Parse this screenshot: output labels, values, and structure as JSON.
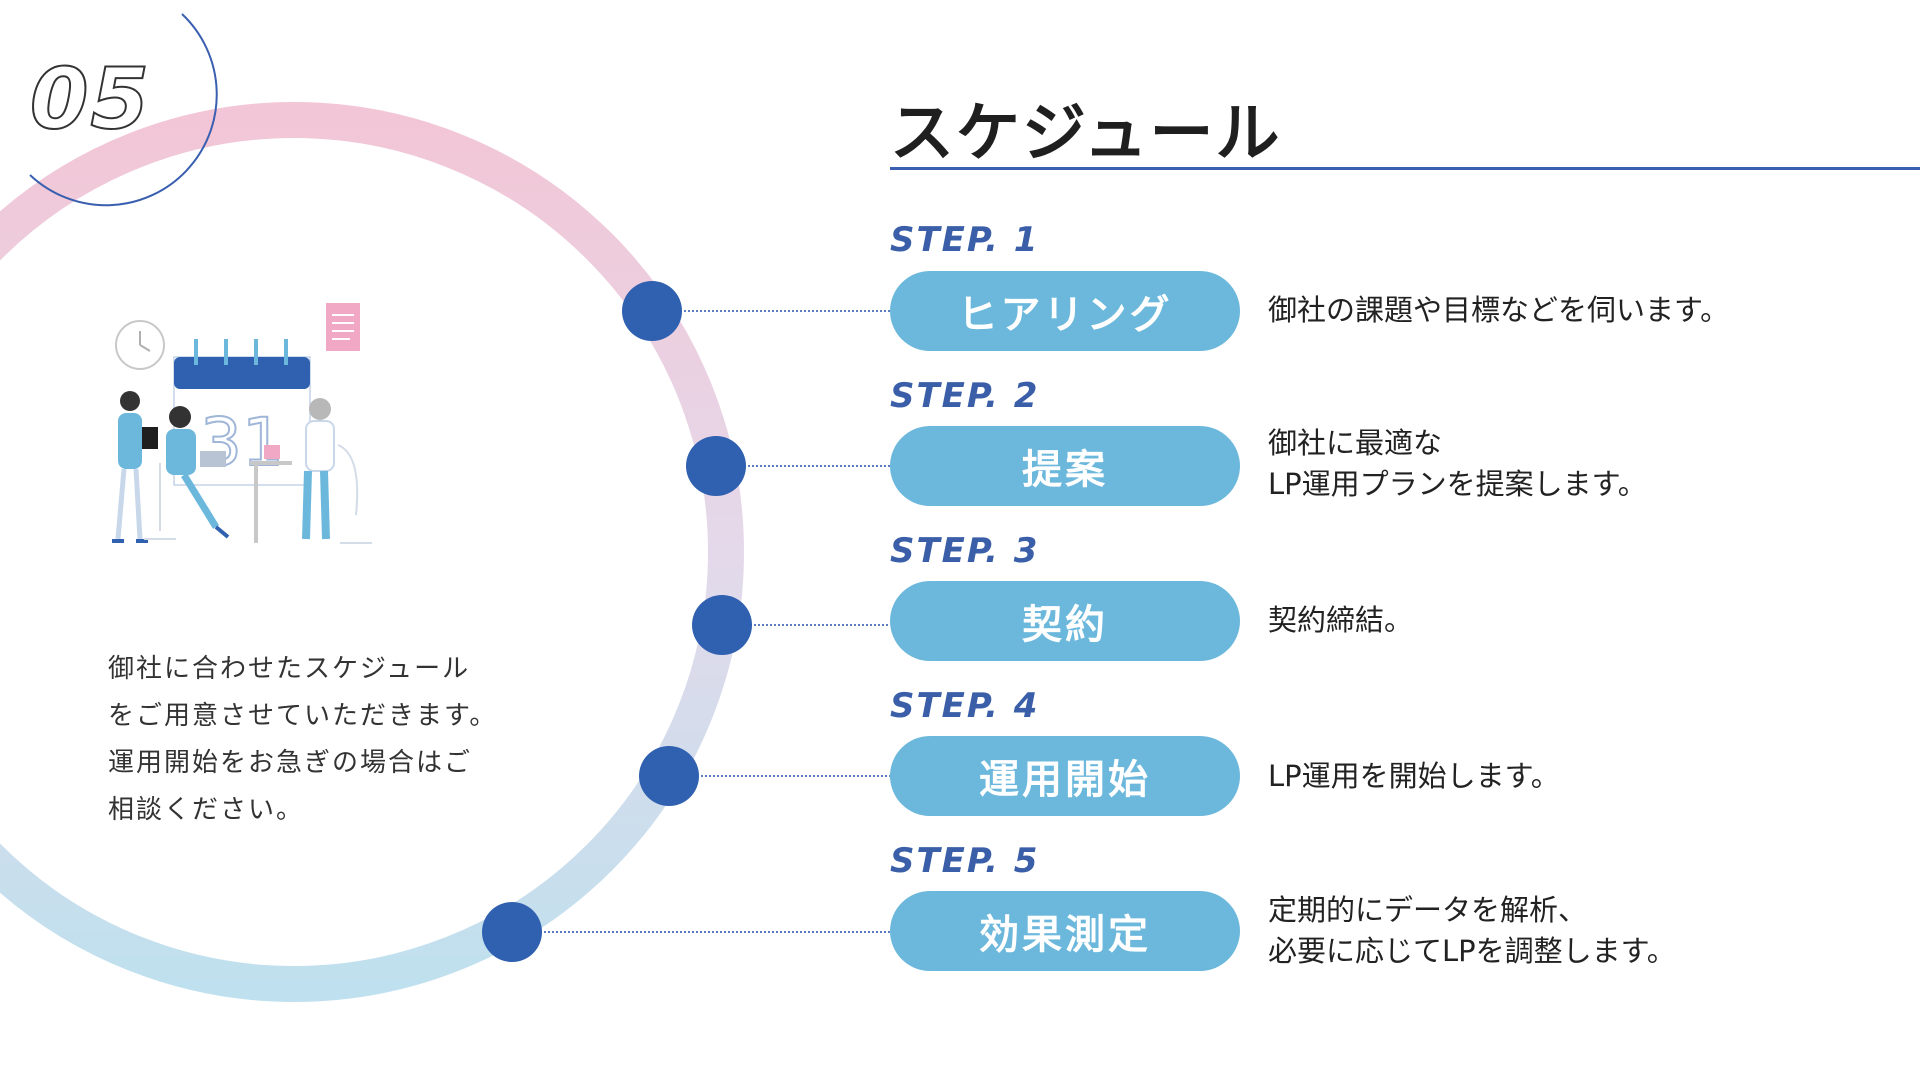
{
  "section_number": "05",
  "title": "スケジュール",
  "intro": "御社に合わせたスケジュールをご用意させていただきます。運用開始をお急ぎの場合はご相談ください。",
  "colors": {
    "accent_blue": "#3060b0",
    "pill_blue": "#6cb8dc",
    "step_label": "#3a5fa8",
    "ring_pink": "#f2c6d6",
    "ring_light_blue": "#bfe0ee"
  },
  "illustration": {
    "calendar_day": "31",
    "icons": [
      "clock-icon",
      "document-icon",
      "calendar-icon"
    ]
  },
  "steps": [
    {
      "label": "STEP. 1",
      "name": "ヒアリング",
      "description": "御社の課題や目標などを伺います。"
    },
    {
      "label": "STEP. 2",
      "name": "提案",
      "description": "御社に最適な\nLP運用プランを提案します。"
    },
    {
      "label": "STEP. 3",
      "name": "契約",
      "description": "契約締結。"
    },
    {
      "label": "STEP. 4",
      "name": "運用開始",
      "description": "LP運用を開始します。"
    },
    {
      "label": "STEP. 5",
      "name": "効果測定",
      "description": "定期的にデータを解析、\n必要に応じてLPを調整します。"
    }
  ]
}
